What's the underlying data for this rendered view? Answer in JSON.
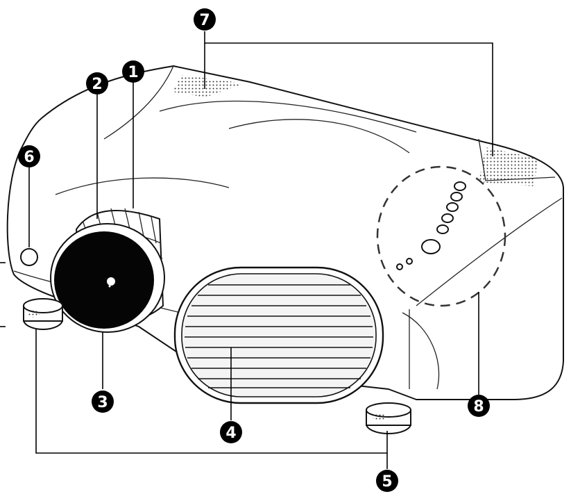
{
  "callouts": [
    {
      "number": "1",
      "part": "focus-ring"
    },
    {
      "number": "2",
      "part": "zoom-ring"
    },
    {
      "number": "3",
      "part": "lens"
    },
    {
      "number": "4",
      "part": "air-vent"
    },
    {
      "number": "5",
      "part": "adjustable-feet"
    },
    {
      "number": "6",
      "part": "ir-receiver"
    },
    {
      "number": "7",
      "part": "speakers"
    },
    {
      "number": "8",
      "part": "control-panel"
    }
  ]
}
